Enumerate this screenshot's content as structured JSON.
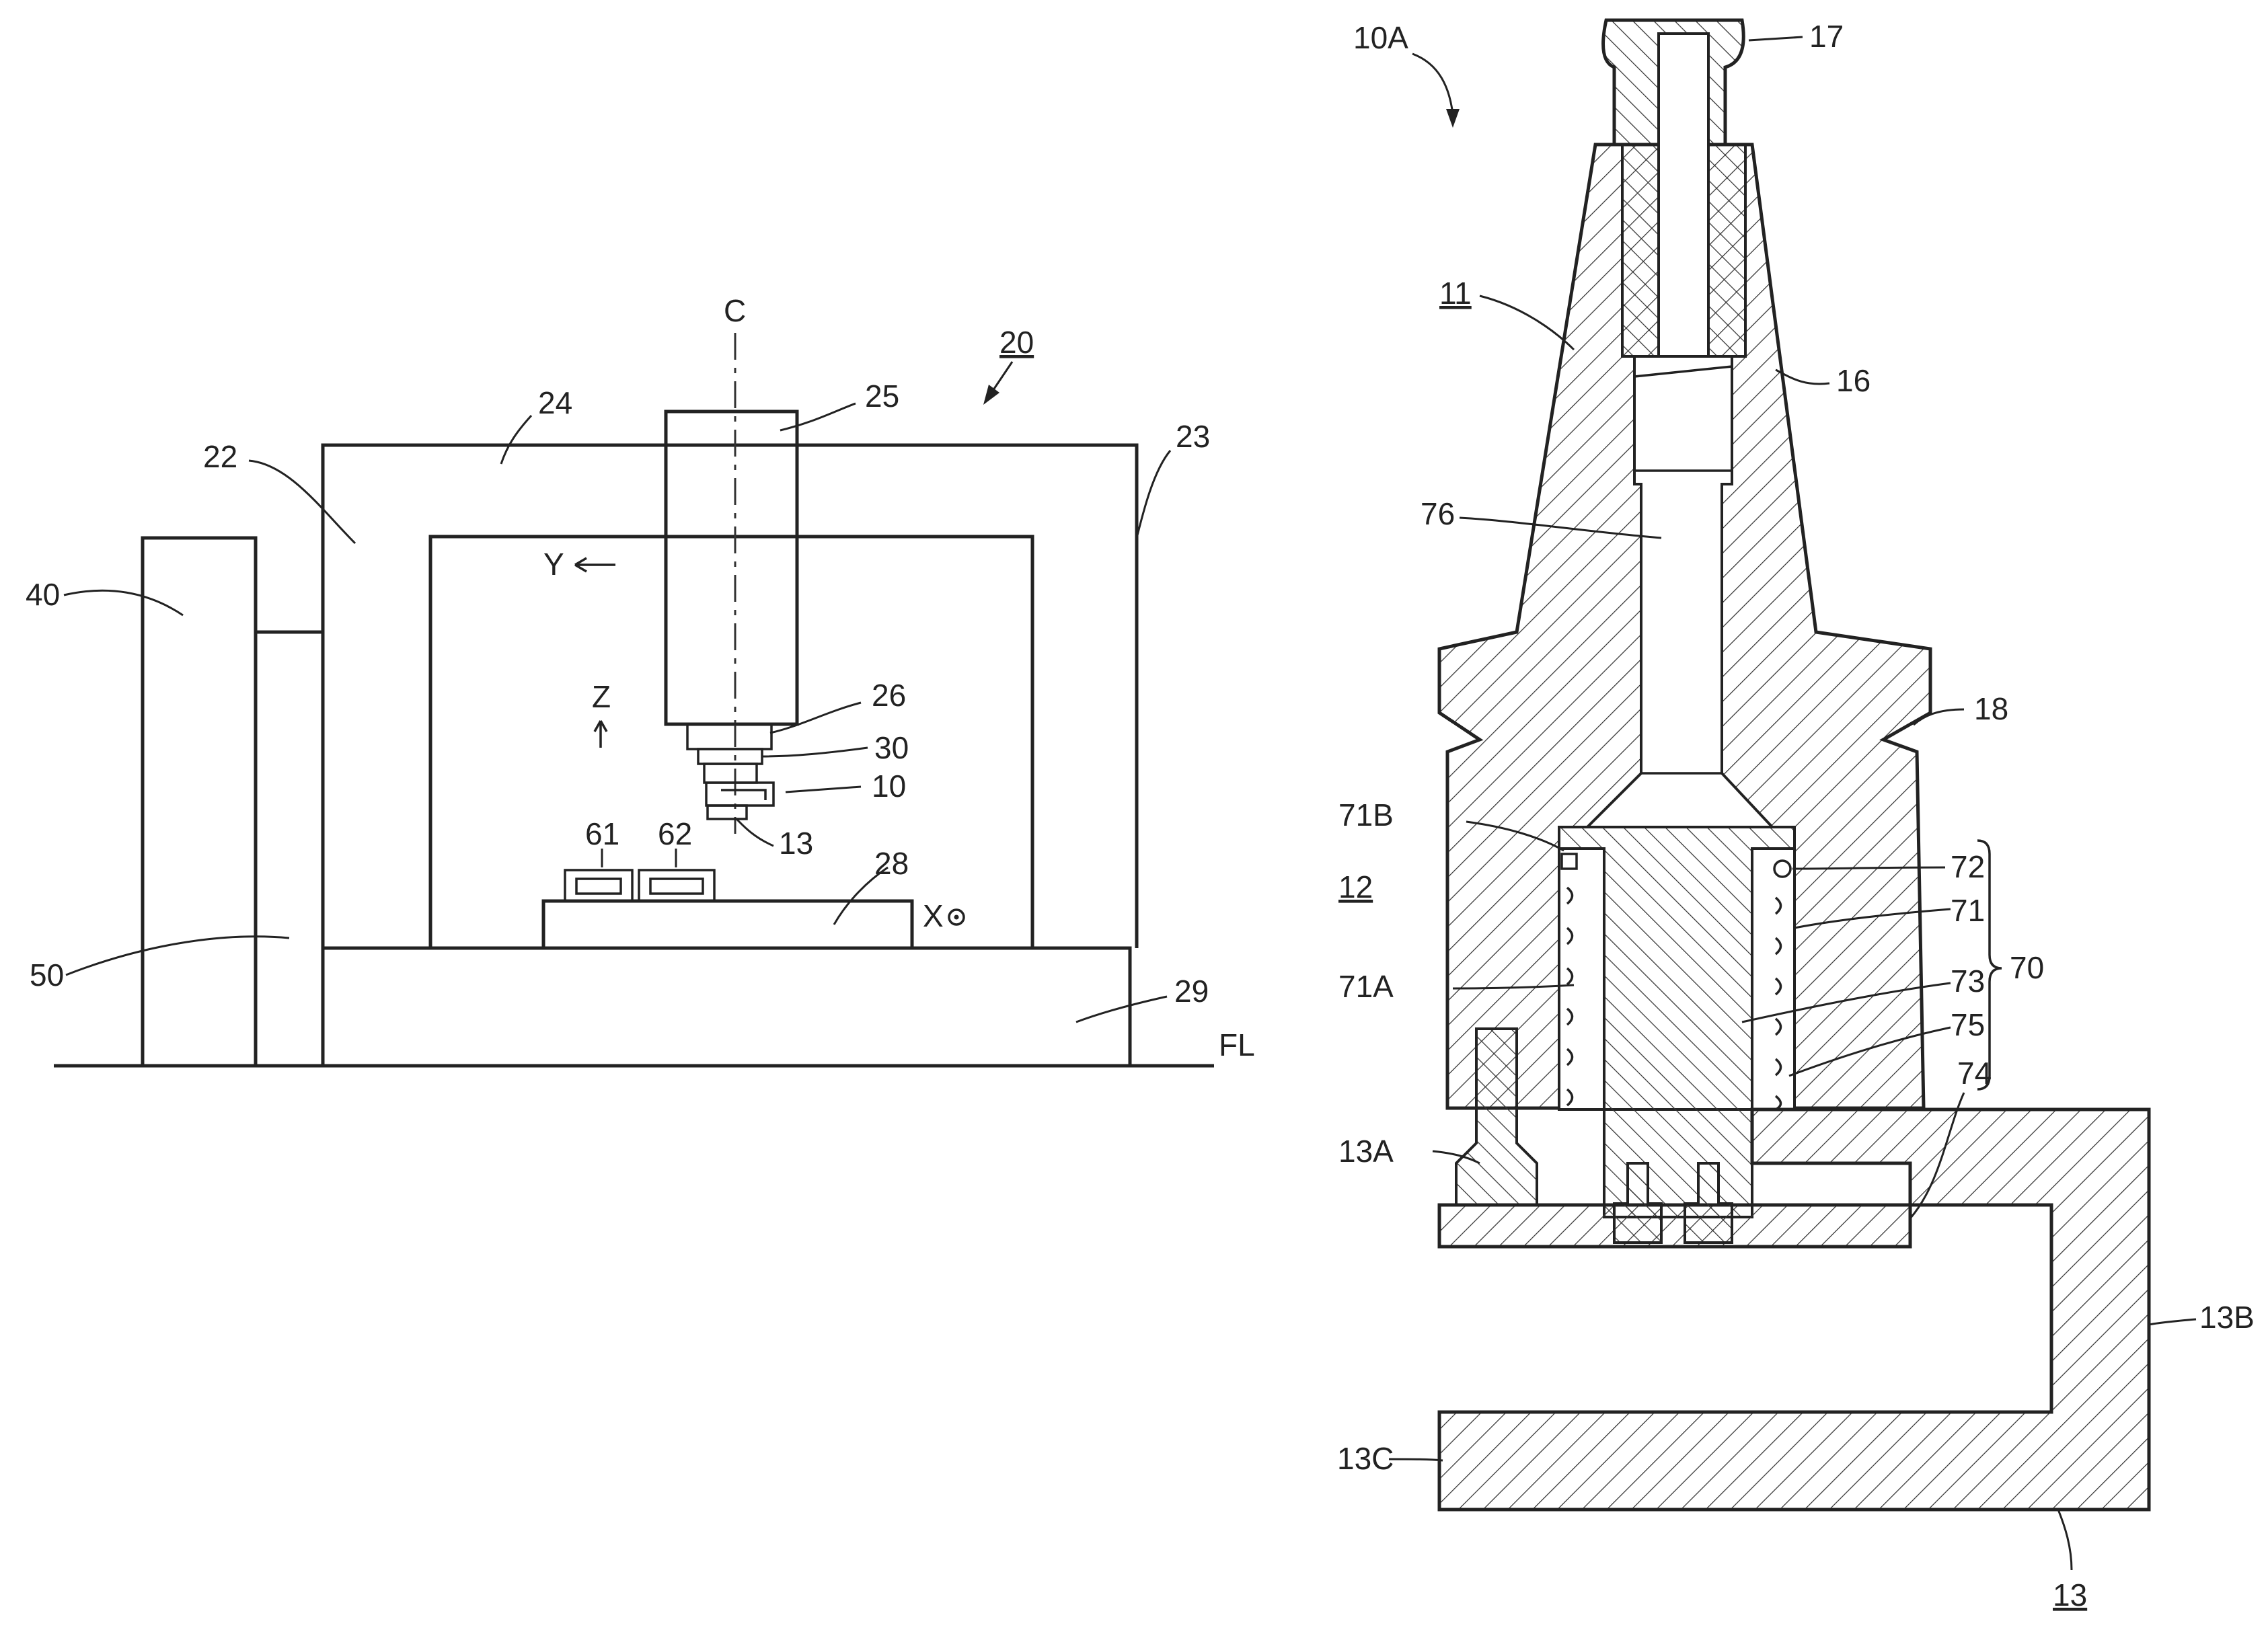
{
  "labels": {
    "machine": "20",
    "C": "C",
    "n22": "22",
    "n23": "23",
    "n24": "24",
    "n25": "25",
    "n26": "26",
    "n28": "28",
    "n29": "29",
    "n30": "30",
    "n10": "10",
    "n13_left": "13",
    "n40": "40",
    "n50": "50",
    "n61": "61",
    "n62": "62",
    "Y": "Y",
    "Z": "Z",
    "X": "X",
    "FL": "FL",
    "n10A": "10A",
    "n11": "11",
    "n12": "12",
    "n13": "13",
    "n13A": "13A",
    "n13B": "13B",
    "n13C": "13C",
    "n16": "16",
    "n17": "17",
    "n18": "18",
    "n70": "70",
    "n71": "71",
    "n71A": "71A",
    "n71B": "71B",
    "n72": "72",
    "n73": "73",
    "n74": "74",
    "n75": "75",
    "n76": "76"
  }
}
